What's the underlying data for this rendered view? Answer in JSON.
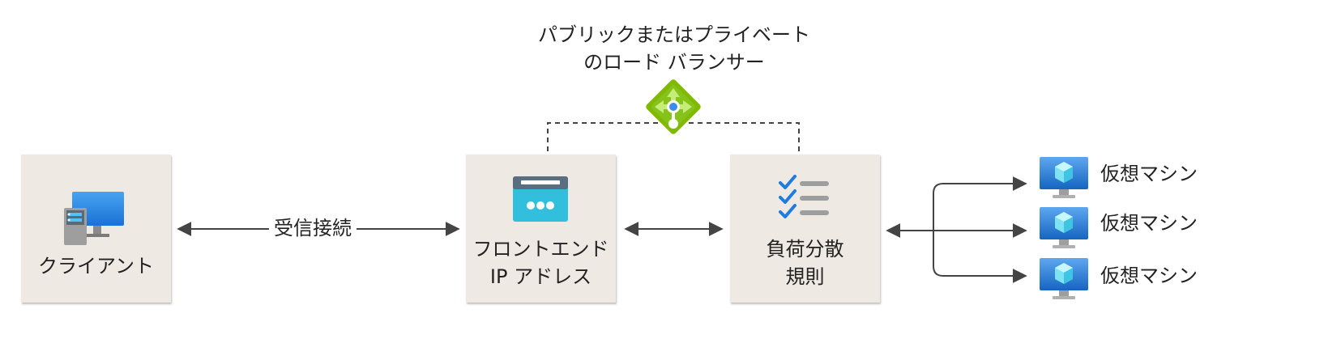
{
  "title": "パブリックまたはプライベート\nのロード バランサー",
  "nodes": {
    "client": {
      "label": "クライアント",
      "icon": "client-computer-icon"
    },
    "frontend": {
      "label": "フロントエンド\nIP アドレス",
      "icon": "web-window-icon"
    },
    "rules": {
      "label": "負荷分散\n規則",
      "icon": "checklist-icon"
    },
    "load_balancer": {
      "icon": "load-balancer-icon"
    },
    "vms": [
      {
        "label": "仮想マシン",
        "icon": "virtual-machine-icon"
      },
      {
        "label": "仮想マシン",
        "icon": "virtual-machine-icon"
      },
      {
        "label": "仮想マシン",
        "icon": "virtual-machine-icon"
      }
    ]
  },
  "edges": {
    "incoming": "受信接続"
  },
  "colors": {
    "box_fill": "#efe9e4",
    "line": "#444444",
    "lb_green": "#7fba00",
    "vm_blue": "#1e88e5",
    "window_cyan": "#32bedd"
  }
}
